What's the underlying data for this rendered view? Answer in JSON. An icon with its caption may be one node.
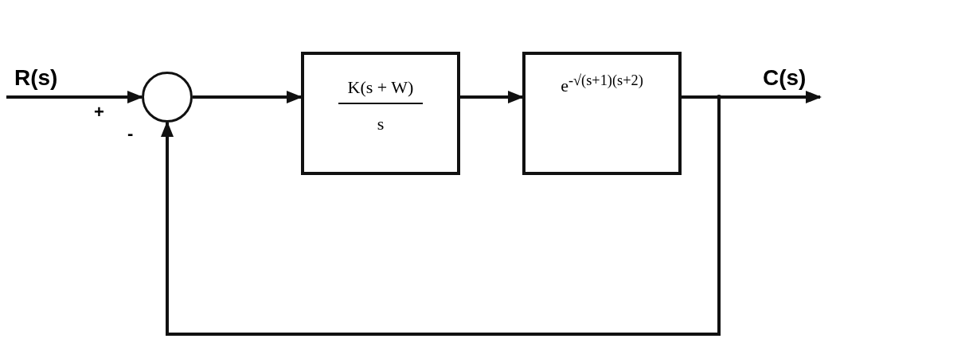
{
  "diagram": {
    "nodes": [
      {
        "text": [],
        "shape": "circle"
      },
      {
        "text": [
          "K(s + W)",
          "s"
        ]
      },
      {
        "text": [
          "e$^{-√(s+1)(s+2)}$"
        ]
      }
    ],
    "edges": [
      {
        "from": null,
        "to": 0,
        "arrow": "to",
        "label": "R(s)"
      },
      {
        "from": 0,
        "to": 1,
        "arrow": "to"
      },
      {
        "from": 1,
        "to": 2,
        "arrow": "to"
      },
      {
        "from": 2,
        "to": null,
        "arrow": "to",
        "label": "C(s)"
      },
      {
        "from": 2,
        "to": 0,
        "arrow": "to"
      }
    ],
    "labels": [
      "+",
      "-"
    ]
  }
}
